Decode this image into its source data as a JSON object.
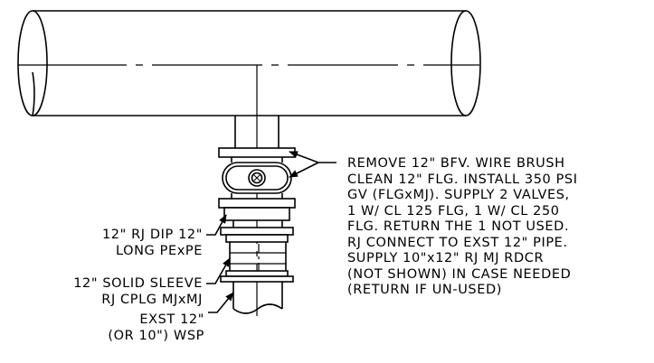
{
  "colors": {
    "stroke": "#000000",
    "background": "#ffffff"
  },
  "notes": {
    "main": [
      "REMOVE 12\" BFV. WIRE BRUSH",
      "CLEAN 12\" FLG. INSTALL 350 PSI",
      "GV (FLGxMJ). SUPPLY 2 VALVES,",
      "1 W/ CL 125 FLG, 1 W/ CL 250",
      "FLG. RETURN THE 1 NOT USED.",
      "RJ CONNECT TO EXST 12\" PIPE.",
      "SUPPLY 10\"x12\" RJ MJ RDCR",
      "(NOT SHOWN) IN CASE NEEDED",
      "(RETURN IF UN-USED)"
    ],
    "dip": [
      "12\" RJ DIP 12\"",
      "LONG PExPE"
    ],
    "sleeve": [
      "12\" SOLID SLEEVE",
      "RJ CPLG MJxMJ"
    ],
    "exst": [
      "EXST 12\"",
      "(OR 10\") WSP"
    ]
  }
}
